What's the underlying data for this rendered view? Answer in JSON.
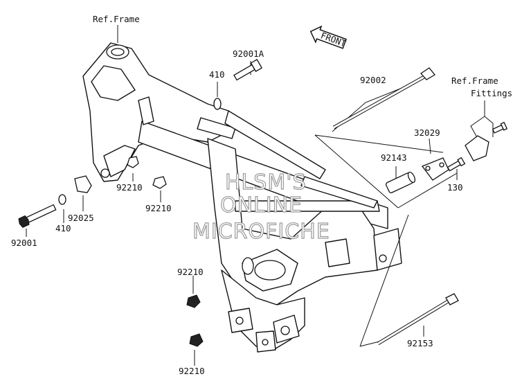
{
  "labels": {
    "ref_frame_top": "Ref.Frame",
    "ref_frame_right": "Ref.Frame",
    "fittings": "Fittings",
    "p92001A": "92001A",
    "p410_top": "410",
    "p92002": "92002",
    "p32029": "32029",
    "p92143": "92143",
    "p130": "130",
    "p92210_a": "92210",
    "p92210_b": "92210",
    "p92210_c": "92210",
    "p92210_d": "92210",
    "p92025": "92025",
    "p410_left": "410",
    "p92001": "92001",
    "p92153": "92153",
    "front": "FRONT"
  },
  "watermark": {
    "line1": "HLSM'S",
    "line2": "ONLINE",
    "line3": "MICROFICHE"
  }
}
